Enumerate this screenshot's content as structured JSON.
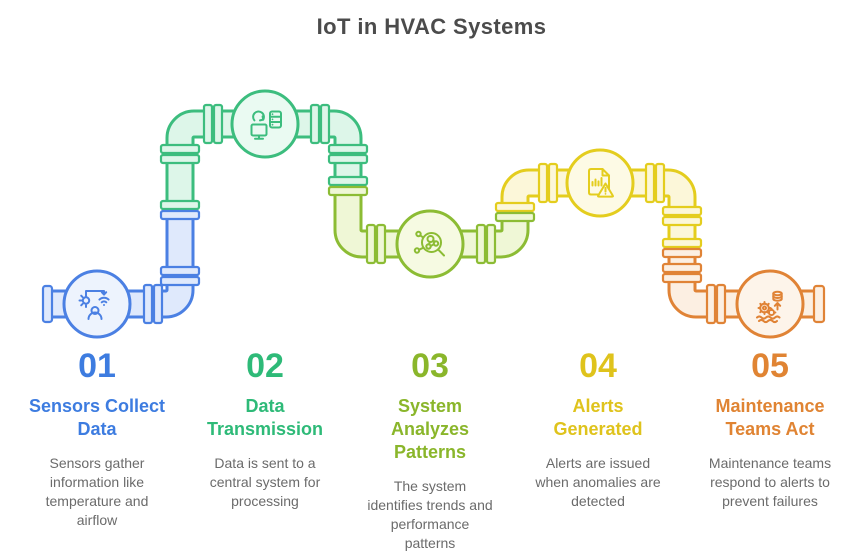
{
  "title": "IoT in HVAC Systems",
  "steps": [
    {
      "number": "01",
      "heading": "Sensors Collect\nData",
      "description": "Sensors gather\ninformation like\ntemperature and\nairflow",
      "icon": "sensor-icon"
    },
    {
      "number": "02",
      "heading": "Data\nTransmission",
      "description": "Data is sent to a\ncentral system for\nprocessing",
      "icon": "transmission-icon"
    },
    {
      "number": "03",
      "heading": "System\nAnalyzes\nPatterns",
      "description": "The system\nidentifies trends and\nperformance\npatterns",
      "icon": "analyze-icon"
    },
    {
      "number": "04",
      "heading": "Alerts\nGenerated",
      "description": "Alerts are issued\nwhen anomalies are\ndetected",
      "icon": "alert-document-icon"
    },
    {
      "number": "05",
      "heading": "Maintenance\nTeams Act",
      "description": "Maintenance teams\nrespond to alerts to\nprevent failures",
      "icon": "maintenance-icon"
    }
  ],
  "palette": {
    "background": "#ffffff",
    "title_color": "#4b4b4b",
    "description_color": "#6b6b6b",
    "steps": [
      {
        "stroke": "#4b80e3",
        "pipe_fill": "#dfe9fc",
        "node_fill": "#edf3fd",
        "text": "#3d7ce0"
      },
      {
        "stroke": "#3cbd7e",
        "pipe_fill": "#ddf6e9",
        "node_fill": "#eafaf2",
        "text": "#2eba78"
      },
      {
        "stroke": "#8cbc34",
        "pipe_fill": "#eff7d6",
        "node_fill": "#f6fae2",
        "text": "#8ab62b"
      },
      {
        "stroke": "#e4cd1e",
        "pipe_fill": "#fcf7d9",
        "node_fill": "#fdfae5",
        "text": "#dfc31c"
      },
      {
        "stroke": "#e08336",
        "pipe_fill": "#fcefe2",
        "node_fill": "#fdf4ea",
        "text": "#e08433"
      }
    ]
  }
}
